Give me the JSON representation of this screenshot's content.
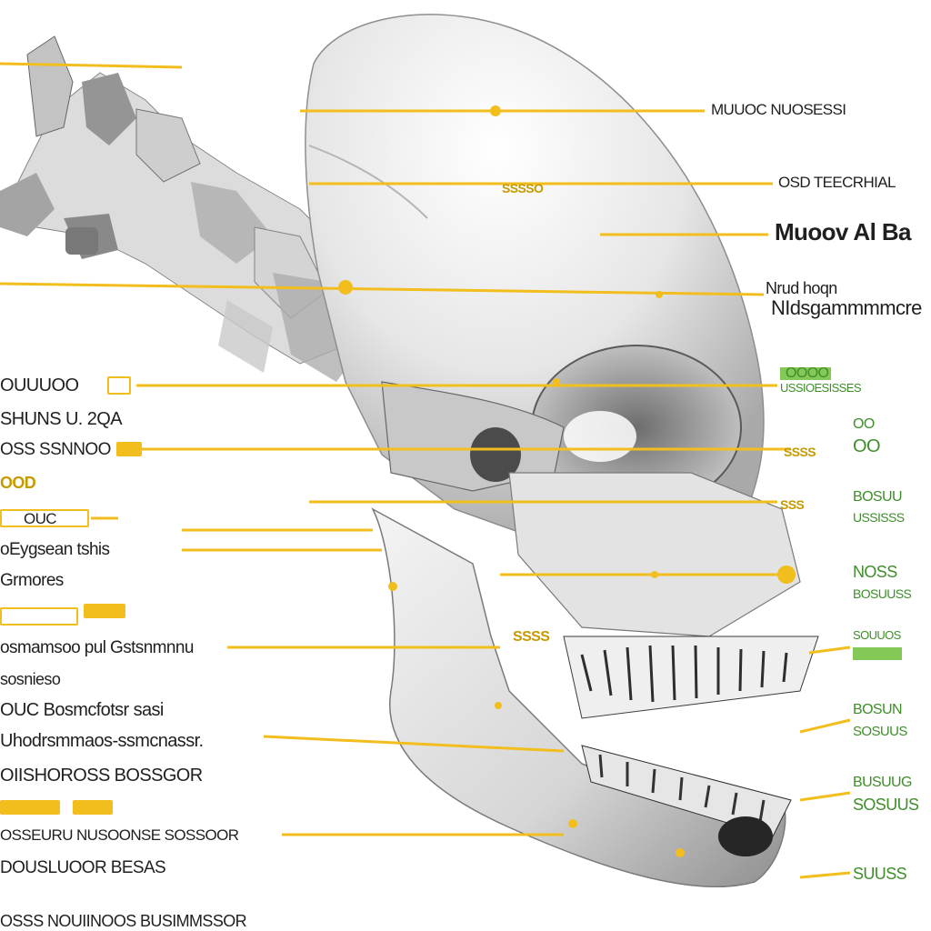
{
  "diagram": {
    "labels_right": [
      {
        "id": "r1",
        "text": "MUUOC NUOSESSI"
      },
      {
        "id": "r2",
        "text": "OSD TEECRHIAL"
      },
      {
        "id": "r3",
        "text": "Muoov Al Ba"
      },
      {
        "id": "r4a",
        "text": "Nrud hoqn"
      },
      {
        "id": "r4b",
        "text": "NIdsgammmmcre"
      }
    ],
    "labels_left": [
      {
        "id": "l1",
        "text": "OUUUOO"
      },
      {
        "id": "l2",
        "text": "SHUNS U. 2QA"
      },
      {
        "id": "l3",
        "text": "OSS SSNNOO"
      },
      {
        "id": "l4",
        "text": "OOD"
      },
      {
        "id": "l5",
        "text": "OUC"
      },
      {
        "id": "l6",
        "text": "oEygsean tshis"
      },
      {
        "id": "l7",
        "text": "Grmores"
      },
      {
        "id": "l8",
        "text": "osmamsoo pul Gstsnmnnu"
      },
      {
        "id": "l9",
        "text": "sosnieso"
      },
      {
        "id": "l10",
        "text": "OUC Bosmcfotsr sasi"
      },
      {
        "id": "l11",
        "text": "Uhodrsmmaos-ssmcnassr."
      },
      {
        "id": "l12",
        "text": "OIISHOROSS BOSSGOR"
      },
      {
        "id": "l13",
        "text": "OSSEURU NUSOONSE SOSSOOR"
      },
      {
        "id": "l14",
        "text": "DOUSLUOOR BESAS"
      },
      {
        "id": "l15",
        "text": "OSSS NOUIINOOS BUSIMMSSOR"
      }
    ],
    "labels_green": [
      {
        "id": "g1",
        "text": "OOOO"
      },
      {
        "id": "g2",
        "text": "USSIOESISSES"
      },
      {
        "id": "g3",
        "text": "OO"
      },
      {
        "id": "g4",
        "text": "OO"
      },
      {
        "id": "g5",
        "text": "BOSUU"
      },
      {
        "id": "g6",
        "text": "USSISSS"
      },
      {
        "id": "g7",
        "text": "NOSS"
      },
      {
        "id": "g8",
        "text": "BOSUUSS"
      },
      {
        "id": "g9",
        "text": "SOUUOS"
      },
      {
        "id": "g10",
        "text": "BOSUN"
      },
      {
        "id": "g11",
        "text": "SOSUUS"
      },
      {
        "id": "g12",
        "text": "BUSUUG"
      },
      {
        "id": "g13",
        "text": "SOSUUS"
      },
      {
        "id": "g14",
        "text": "SUUSS"
      }
    ],
    "labels_mid": [
      {
        "id": "m1",
        "text": "SSSSO"
      },
      {
        "id": "m2",
        "text": "SSSS"
      },
      {
        "id": "m3",
        "text": "SSSS"
      },
      {
        "id": "m4",
        "text": "SSS"
      }
    ],
    "colors": {
      "leader": "#f2be1d",
      "accent_green": "#3e8e2a",
      "bone_light": "#f2f2f2",
      "bone_shadow": "#9a9a9a",
      "text": "#1f1f1f"
    }
  }
}
